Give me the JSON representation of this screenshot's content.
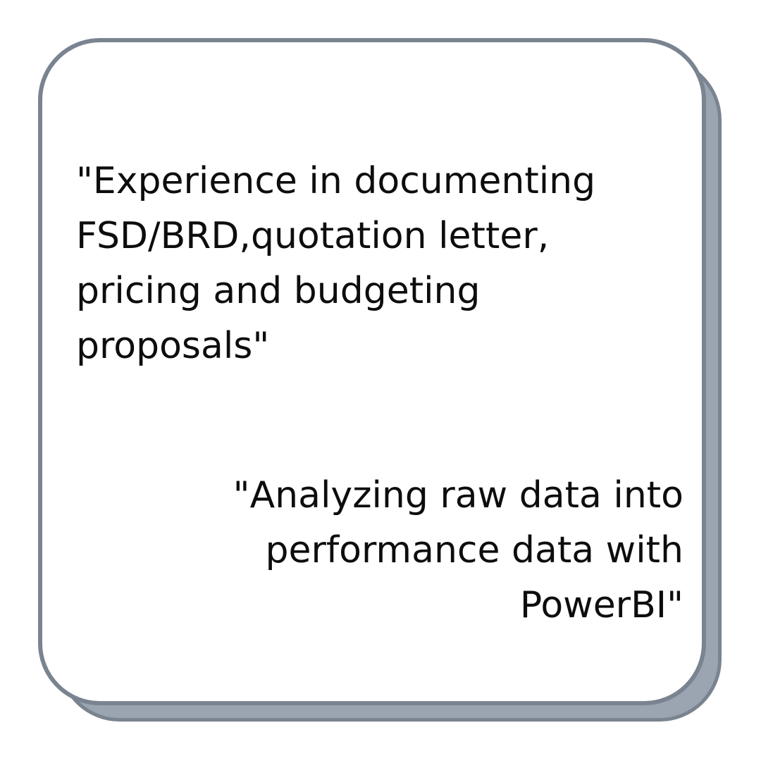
{
  "card": {
    "quote_1": {
      "lines": [
        "\"Experience in documenting",
        "FSD/BRD,quotation letter,",
        "pricing and budgeting",
        "proposals\""
      ]
    },
    "quote_2": {
      "lines": [
        "\"Analyzing raw data into",
        "performance data with",
        "PowerBI\""
      ]
    }
  },
  "colors": {
    "background": "#ffffff",
    "card_fill": "#ffffff",
    "card_border": "#7a8490",
    "shadow_fill": "#9aa5b1",
    "text": "#0d0d0d"
  }
}
